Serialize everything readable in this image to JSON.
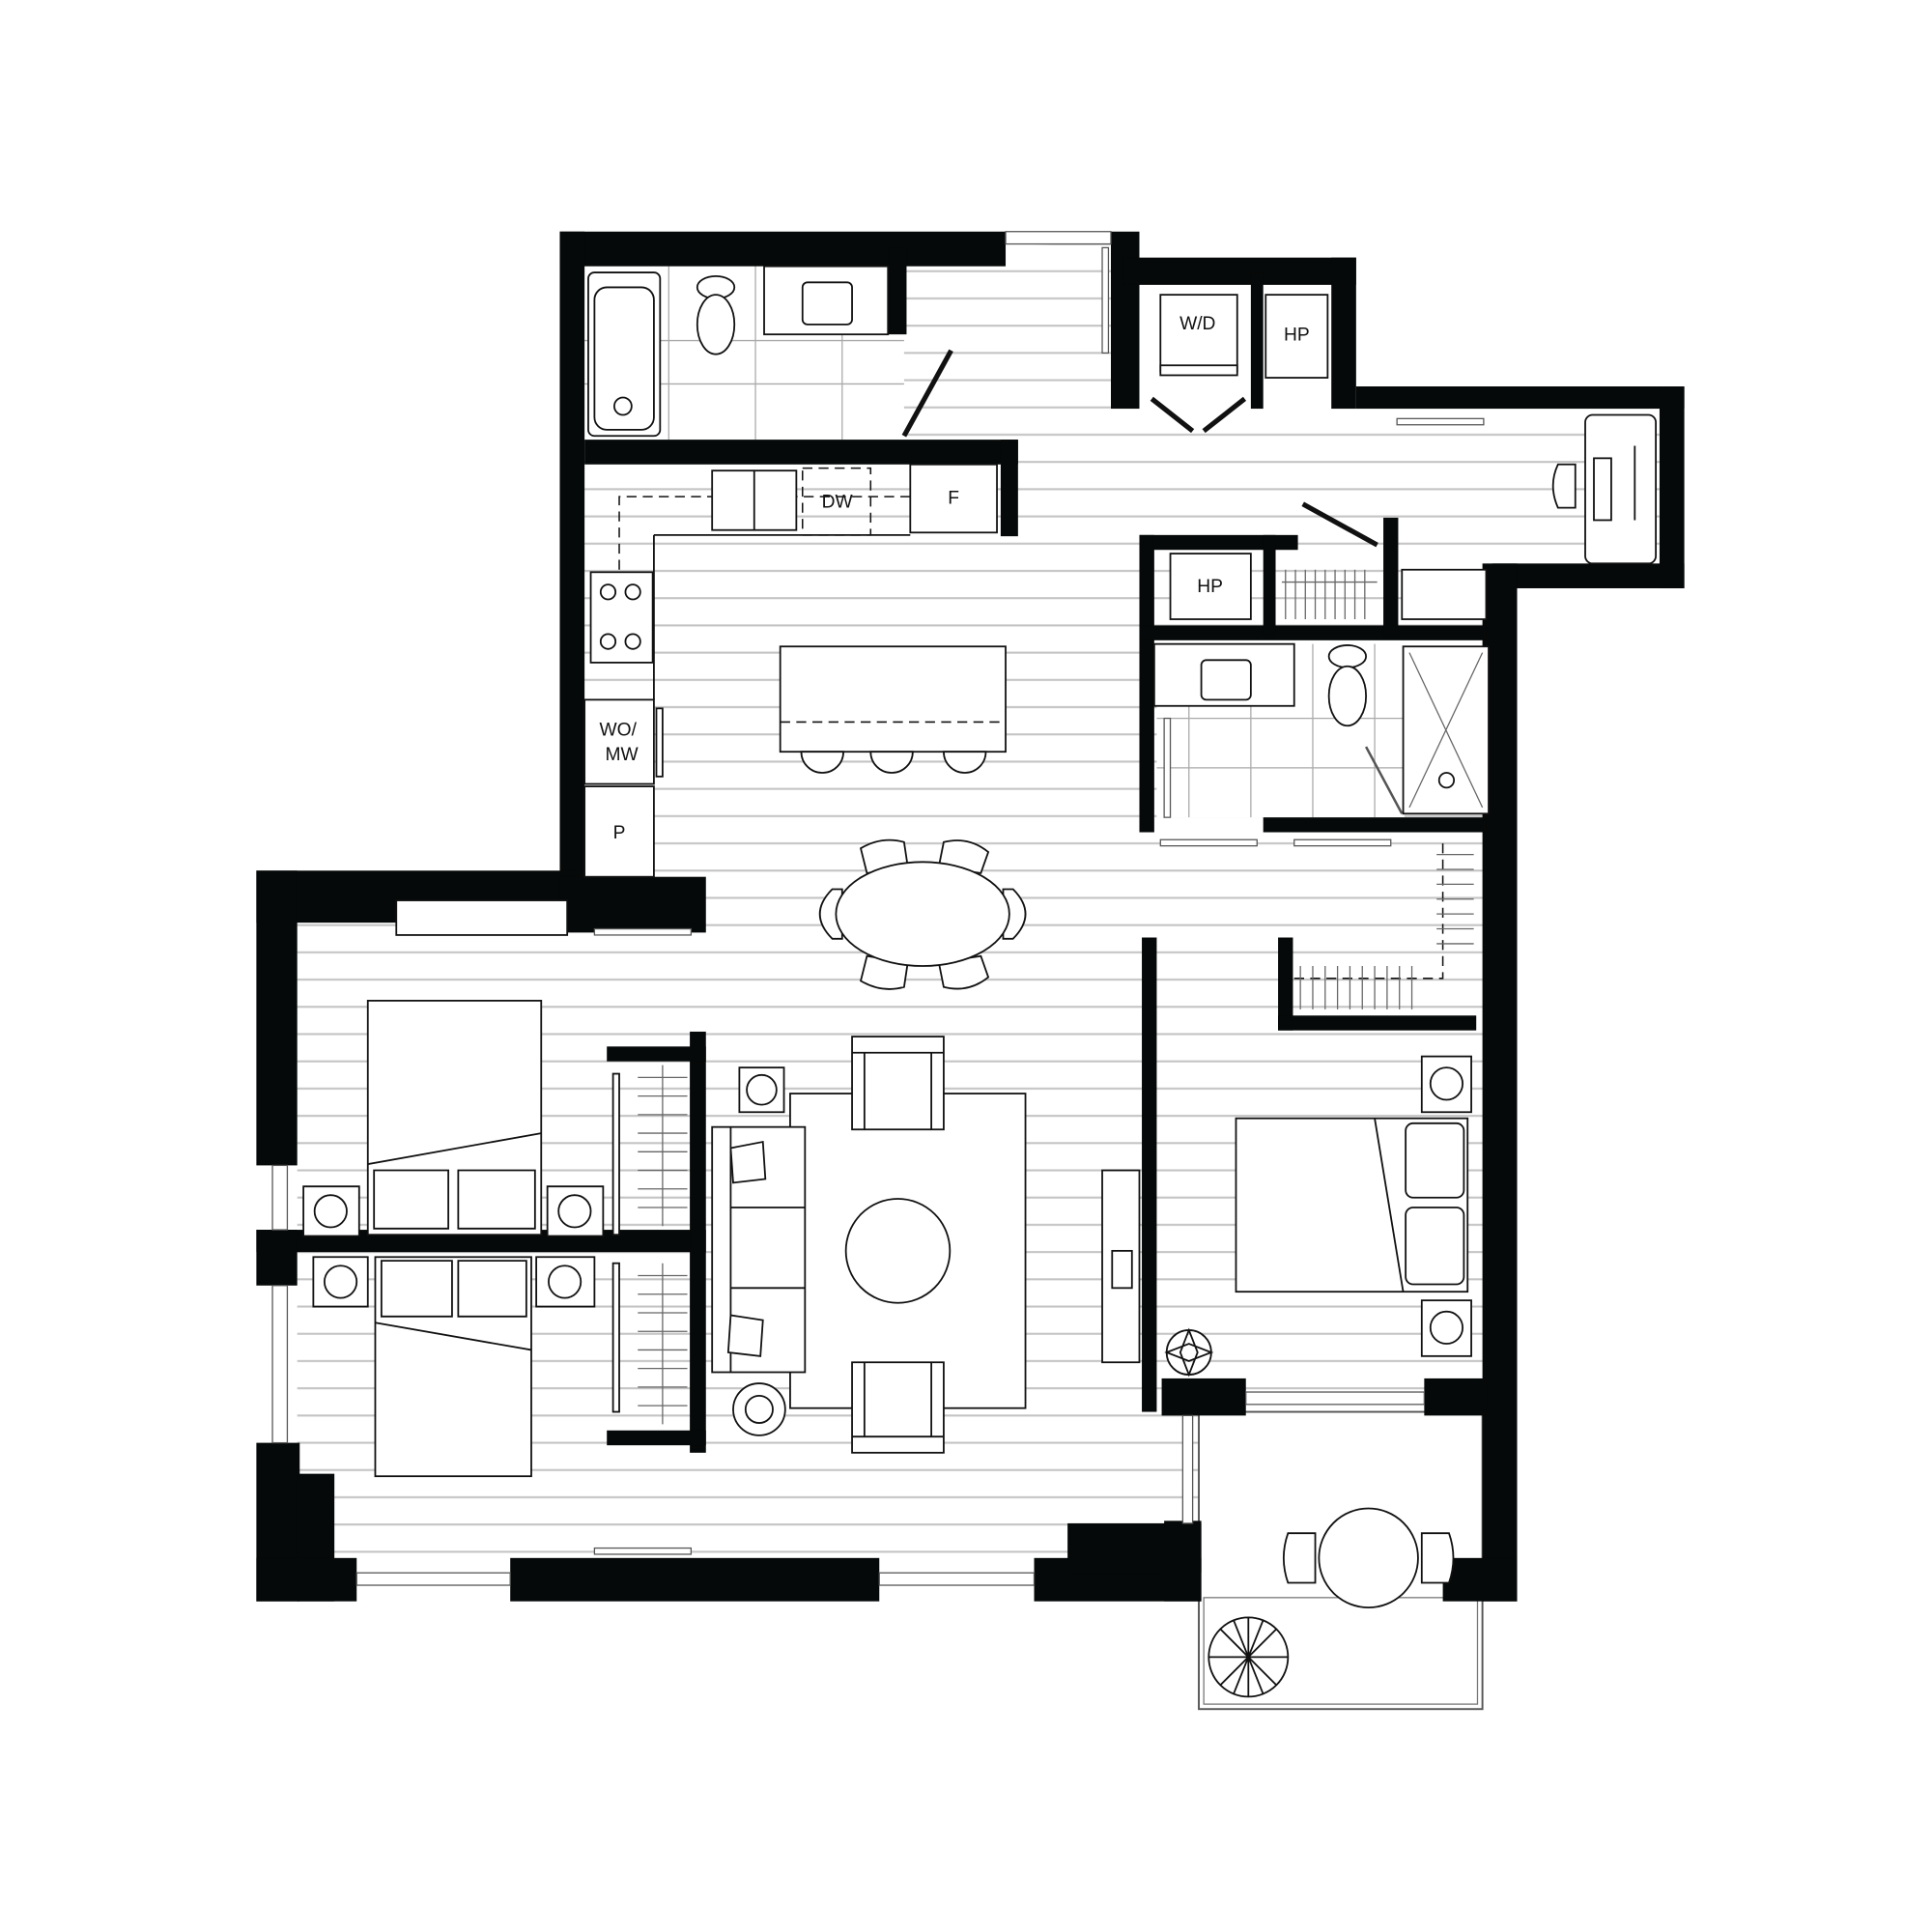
{
  "floor_plan": {
    "labels": {
      "washer_dryer": "W/D",
      "heat_pump_laundry": "HP",
      "heat_pump_hall": "HP",
      "dishwasher": "DW",
      "fridge": "F",
      "wall_oven_microwave_line1": "WO/",
      "wall_oven_microwave_line2": "MW",
      "pantry": "P"
    },
    "colors": {
      "wall": "#060909",
      "floor_line": "#bdbdbd",
      "line": "#111111",
      "background": "#ffffff"
    }
  }
}
